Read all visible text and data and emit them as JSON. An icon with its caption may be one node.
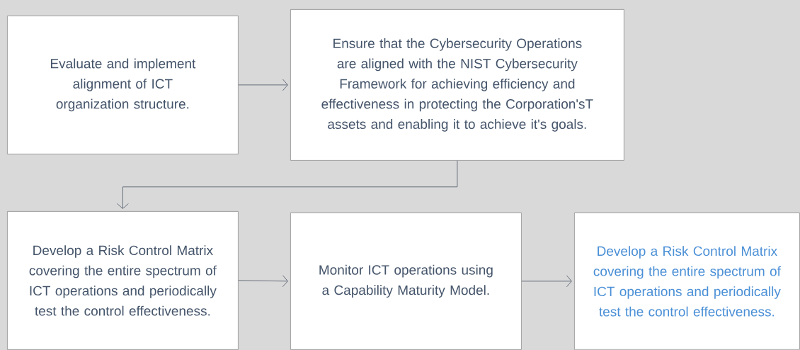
{
  "diagram": {
    "nodes": [
      {
        "text": [
          "Evaluate and implement alignment of ICT organization structure."
        ]
      },
      {
        "text": [
          "Ensure that the Cybersecurity Operations  are aligned with the NIST Cybersecurity Framework for achieving efficiency and effectiveness in protecting the Corporation'sT assets and enabling it to achieve it's goals."
        ]
      },
      {
        "text": [
          "Develop a Risk Control Matrix covering the entire spectrum of ICT operations and periodically test the control effectiveness."
        ]
      },
      {
        "text": [
          "Monitor ICT operations using a Capability Maturity Model."
        ]
      },
      {
        "text": [
          "Develop a Risk Control Matrix covering the entire spectrum of ICT operations and periodically test the control effectiveness."
        ]
      }
    ],
    "edges": [
      {
        "from": 0,
        "to": 1,
        "arrow": "to"
      },
      {
        "from": 1,
        "to": 2,
        "arrow": "to"
      },
      {
        "from": 2,
        "to": 3,
        "arrow": "to"
      },
      {
        "from": 3,
        "to": 4,
        "arrow": "to"
      }
    ]
  }
}
